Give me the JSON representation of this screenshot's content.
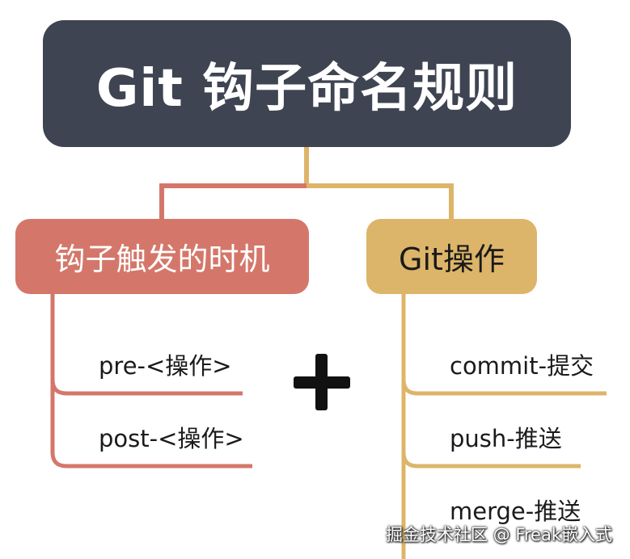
{
  "title": "Git 钩子命名规则",
  "branches": {
    "left": {
      "label": "钩子触发的时机",
      "color": "#d4776a",
      "items": [
        "pre-<操作>",
        "post-<操作>"
      ]
    },
    "right": {
      "label": "Git操作",
      "color": "#ddb56a",
      "items": [
        "commit-提交",
        "push-推送",
        "merge-推送"
      ]
    }
  },
  "title_color": "#3f4452",
  "operator_icon": "plus-icon",
  "watermark": "掘金技术社区 @ Freak嵌入式"
}
